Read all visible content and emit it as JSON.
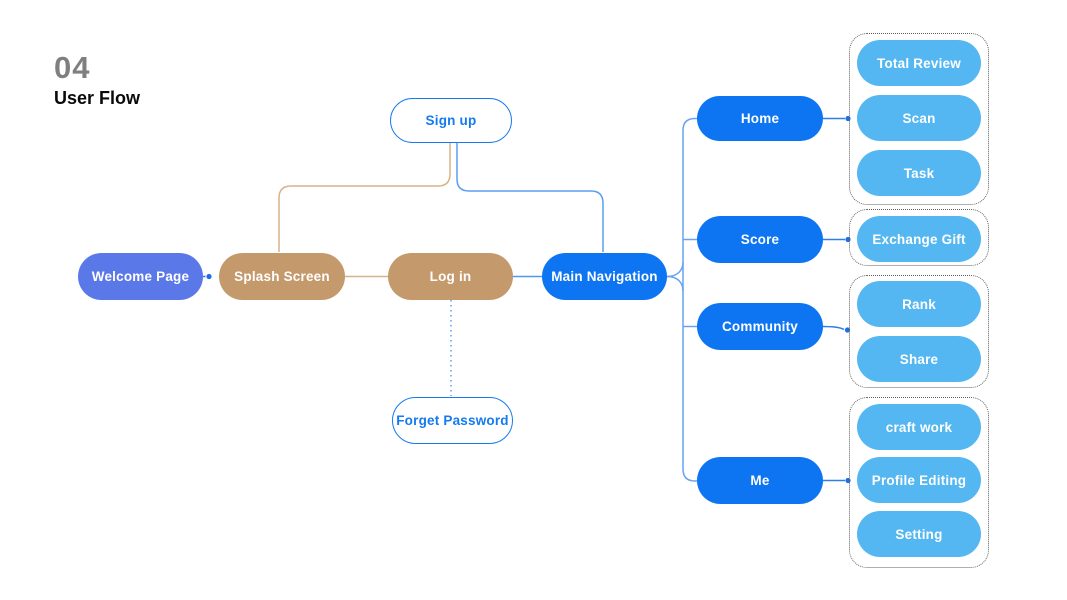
{
  "header": {
    "number": "04",
    "title": "User Flow"
  },
  "colors": {
    "violet_blue": "#5b78e9",
    "tan": "#c49a6c",
    "primary_blue": "#0d75f2",
    "light_blue": "#54b7f2",
    "outline_blue": "#147af0",
    "tan_line": "#d8b288",
    "blue_line": "#4f97f0",
    "trunk_line": "#66a3f0",
    "dot_blue": "#1d6fe8",
    "group_border": "#5f5f5f",
    "title_gray": "#7f7f7f"
  },
  "nodes": {
    "welcome_page": "Welcome Page",
    "splash_screen": "Splash Screen",
    "log_in": "Log in",
    "main_navigation": "Main Navigation",
    "sign_up": "Sign up",
    "forget_password": "Forget Password",
    "home": "Home",
    "score": "Score",
    "community": "Community",
    "me": "Me",
    "total_review": "Total Review",
    "scan": "Scan",
    "task": "Task",
    "exchange_gift": "Exchange Gift",
    "rank": "Rank",
    "share": "Share",
    "craft_work": "craft work",
    "profile_editing": "Profile Editing",
    "setting": "Setting"
  },
  "edges": [
    {
      "from": "welcome_page",
      "to": "splash_screen",
      "style": "solid-blue-dot"
    },
    {
      "from": "splash_screen",
      "to": "log_in",
      "style": "solid-tan"
    },
    {
      "from": "splash_screen",
      "to": "sign_up",
      "style": "solid-tan-elbow"
    },
    {
      "from": "sign_up",
      "to": "main_navigation",
      "style": "solid-blue-elbow"
    },
    {
      "from": "log_in",
      "to": "main_navigation",
      "style": "solid-blue"
    },
    {
      "from": "log_in",
      "to": "forget_password",
      "style": "dotted-blue"
    },
    {
      "from": "main_navigation",
      "to": "home",
      "style": "trunk"
    },
    {
      "from": "main_navigation",
      "to": "score",
      "style": "trunk"
    },
    {
      "from": "main_navigation",
      "to": "community",
      "style": "trunk"
    },
    {
      "from": "main_navigation",
      "to": "me",
      "style": "trunk"
    },
    {
      "from": "home",
      "to": "group_home",
      "style": "solid-blue-dot"
    },
    {
      "from": "score",
      "to": "group_score",
      "style": "solid-blue-dot"
    },
    {
      "from": "community",
      "to": "group_community",
      "style": "solid-blue-dot"
    },
    {
      "from": "me",
      "to": "group_me",
      "style": "solid-blue-dot"
    }
  ],
  "groups": {
    "group_home": [
      "total_review",
      "scan",
      "task"
    ],
    "group_score": [
      "exchange_gift"
    ],
    "group_community": [
      "rank",
      "share"
    ],
    "group_me": [
      "craft_work",
      "profile_editing",
      "setting"
    ]
  }
}
